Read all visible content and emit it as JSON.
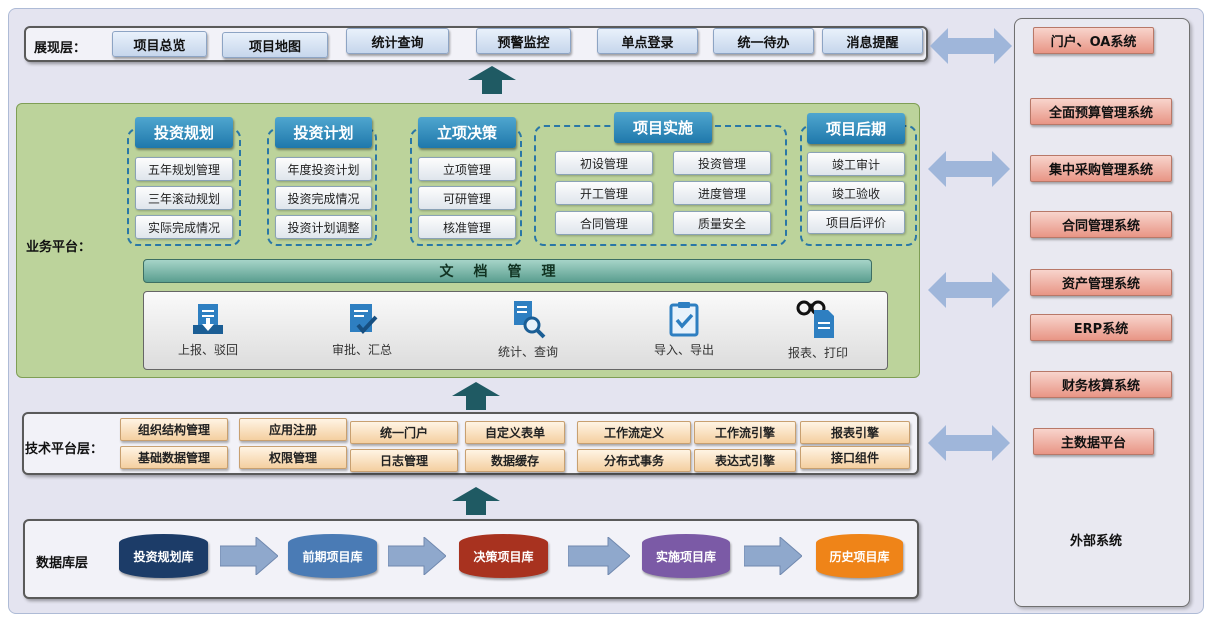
{
  "presentation": {
    "label": "展现层：",
    "items": [
      "项目总览",
      "项目地图",
      "统计查询",
      "预警监控",
      "单点登录",
      "统一待办",
      "消息提醒"
    ]
  },
  "business": {
    "label": "业务平台：",
    "modules": [
      {
        "title": "投资规划",
        "items": [
          "五年规划管理",
          "三年滚动规划",
          "实际完成情况"
        ]
      },
      {
        "title": "投资计划",
        "items": [
          "年度投资计划",
          "投资完成情况",
          "投资计划调整"
        ]
      },
      {
        "title": "立项决策",
        "items": [
          "立项管理",
          "可研管理",
          "核准管理"
        ]
      },
      {
        "title": "项目实施",
        "items": [
          "初设管理",
          "投资管理",
          "开工管理",
          "进度管理",
          "合同管理",
          "质量安全"
        ]
      },
      {
        "title": "项目后期",
        "items": [
          "竣工审计",
          "竣工验收",
          "项目后评价"
        ]
      }
    ],
    "doc_bar": "文档管理",
    "tools": [
      {
        "label": "上报、驳回",
        "icon": "upload-reject-icon"
      },
      {
        "label": "审批、汇总",
        "icon": "approve-summary-icon"
      },
      {
        "label": "统计、查询",
        "icon": "statistics-search-icon"
      },
      {
        "label": "导入、导出",
        "icon": "import-export-icon"
      },
      {
        "label": "报表、打印",
        "icon": "report-print-icon"
      }
    ]
  },
  "tech": {
    "label": "技术平台层：",
    "row1": [
      "组织结构管理",
      "应用注册",
      "统一门户",
      "自定义表单",
      "工作流定义",
      "工作流引擎",
      "报表引擎"
    ],
    "row2": [
      "基础数据管理",
      "权限管理",
      "日志管理",
      "数据缓存",
      "分布式事务",
      "表达式引擎",
      "接口组件"
    ]
  },
  "database": {
    "label": "数据库层",
    "items": [
      {
        "name": "投资规划库",
        "color": "#1c3c68"
      },
      {
        "name": "前期项目库",
        "color": "#4a7bb5"
      },
      {
        "name": "决策项目库",
        "color": "#a8321f"
      },
      {
        "name": "实施项目库",
        "color": "#7b5aa6"
      },
      {
        "name": "历史项目库",
        "color": "#ef8418"
      }
    ]
  },
  "external": {
    "label": "外部系统",
    "systems": [
      "门户、OA系统",
      "全面预算管理系统",
      "集中采购管理系统",
      "合同管理系统",
      "资产管理系统",
      "ERP系统",
      "财务核算系统",
      "主数据平台"
    ]
  },
  "colors": {
    "arrow_teal": "#1f5a63",
    "arrow_blue": "#9fb6da",
    "arrow_right": "#8fa8cc"
  }
}
